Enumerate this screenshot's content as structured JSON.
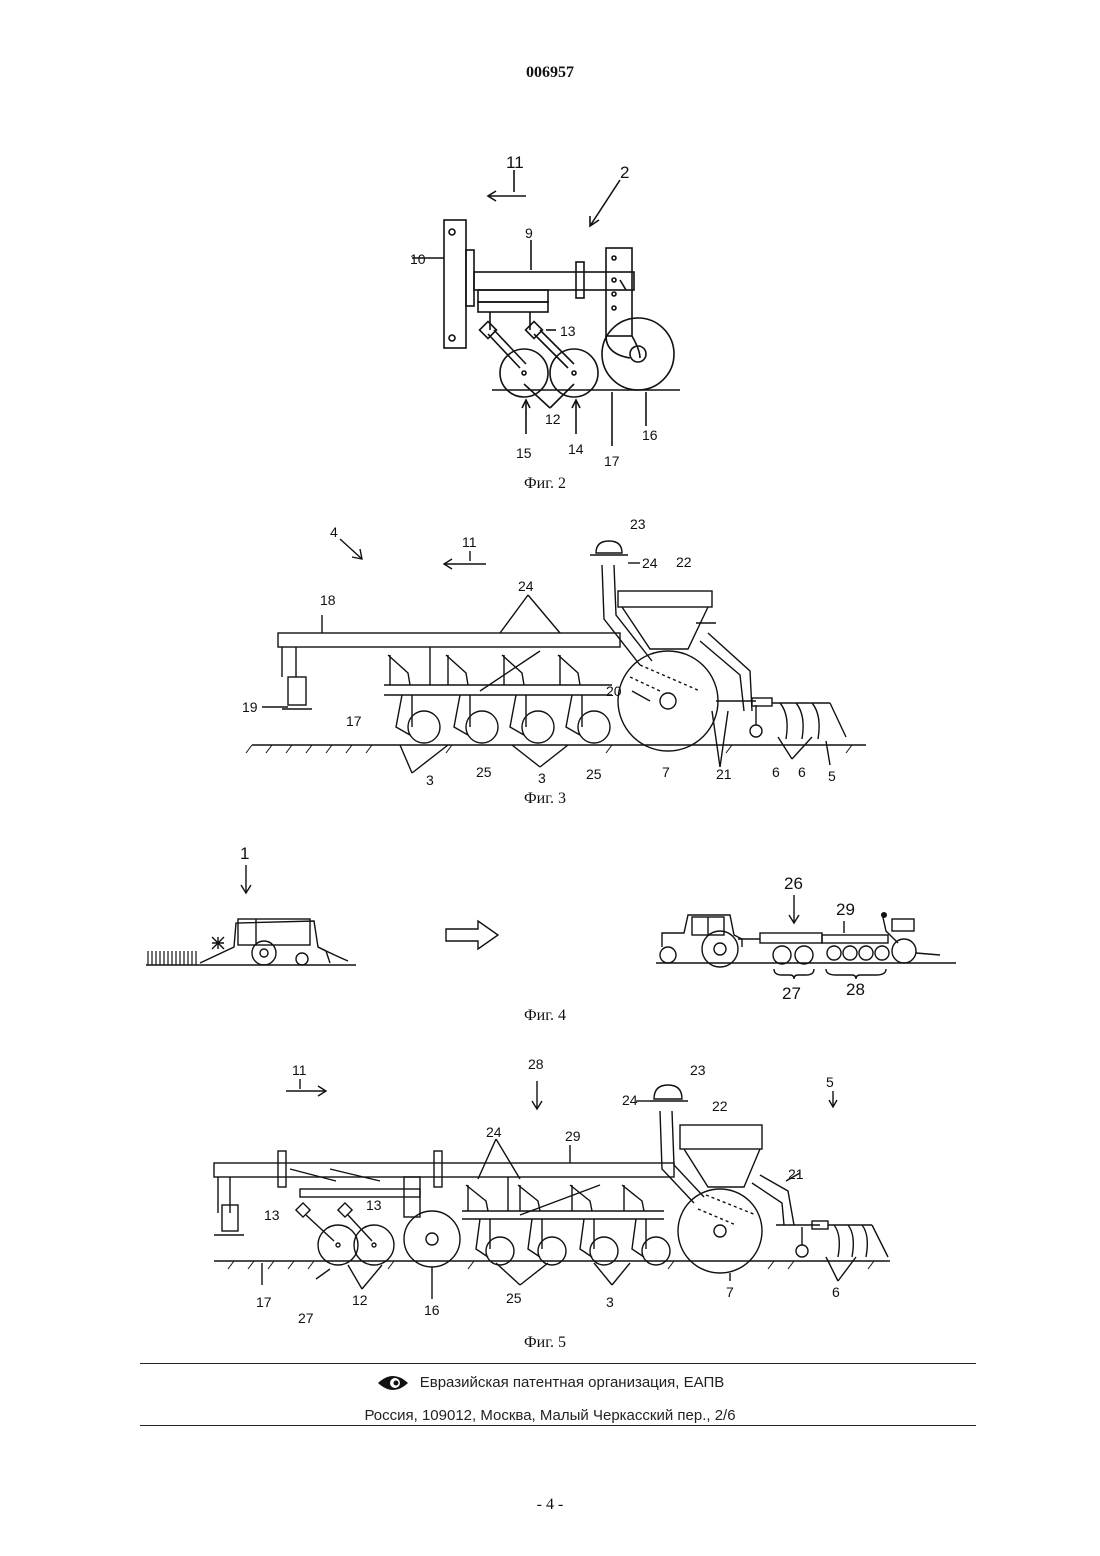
{
  "document": {
    "number": "006957",
    "page": "- 4 -"
  },
  "fig2": {
    "caption": "Фиг. 2",
    "labels": {
      "l11": "11",
      "l2": "2",
      "l9": "9",
      "l10": "10",
      "l13": "13",
      "l12": "12",
      "l15": "15",
      "l14": "14",
      "l16": "16",
      "l17": "17"
    }
  },
  "fig3": {
    "caption": "Фиг. 3",
    "labels": {
      "l4": "4",
      "l11": "11",
      "l23": "23",
      "l24a": "24",
      "l22": "22",
      "l18": "18",
      "l24": "24",
      "l20": "20",
      "l19": "19",
      "l17": "17",
      "l3a": "3",
      "l25a": "25",
      "l3b": "3",
      "l25b": "25",
      "l7": "7",
      "l21": "21",
      "l6a": "6",
      "l6b": "6",
      "l5": "5"
    }
  },
  "fig4": {
    "caption": "Фиг. 4",
    "labels": {
      "l1": "1",
      "l26": "26",
      "l29": "29",
      "l27": "27",
      "l28": "28"
    }
  },
  "fig5": {
    "caption": "Фиг. 5",
    "labels": {
      "l11": "11",
      "l28": "28",
      "l23": "23",
      "l24a": "24",
      "l22": "22",
      "l24": "24",
      "l29": "29",
      "l21": "21",
      "l5": "5",
      "l13a": "13",
      "l13b": "13",
      "l17": "17",
      "l27": "27",
      "l12": "12",
      "l16": "16",
      "l25": "25",
      "l3": "3",
      "l7": "7",
      "l6": "6"
    }
  },
  "footer": {
    "organization": "Евразийская патентная организация, ЕАПВ",
    "address": "Россия, 109012, Москва, Малый Черкасский пер., 2/6"
  }
}
